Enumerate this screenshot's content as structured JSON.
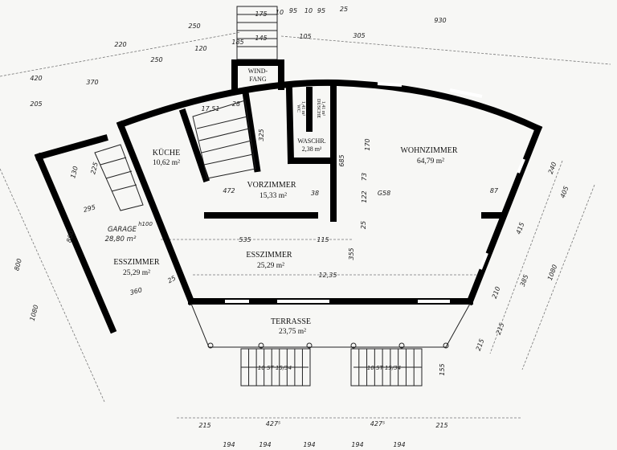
{
  "rooms": {
    "kueche": {
      "name": "KÜCHE",
      "area": "10,62 m²"
    },
    "vorzimmer": {
      "name": "VORZIMMER",
      "area": "15,33 m²"
    },
    "waschr": {
      "name": "WASCHR.",
      "area": "2,38 m²"
    },
    "wc": {
      "name": "WC",
      "area": "1,41 m²"
    },
    "dusche": {
      "name": "DUSCHE",
      "area": "1,41 m²"
    },
    "windfang": {
      "name1": "WIND-",
      "name2": "FANG"
    },
    "wohnzimmer": {
      "name": "WOHNZIMMER",
      "area": "64,79 m²"
    },
    "esszimmer": {
      "name": "ESSZIMMER",
      "area": "25,29 m²"
    },
    "esszimmer_garage": {
      "name": "ESSZIMMER",
      "area": "25,29 m²"
    },
    "garage": {
      "name": "GARAGE",
      "height": "h100",
      "area": "28,80 m²"
    },
    "terrasse": {
      "name": "TERRASSE",
      "area": "23,75 m²"
    }
  },
  "stairs": {
    "left": "10 ST 15/34",
    "right": "10 ST 15/34"
  },
  "dimensions": [
    "175",
    "10",
    "95",
    "10",
    "95",
    "25",
    "145",
    "105",
    "305",
    "185",
    "250",
    "120",
    "250",
    "220",
    "420",
    "370",
    "205",
    "472",
    "535",
    "115",
    "12,35",
    "355",
    "38",
    "685",
    "73",
    "122",
    "170",
    "25",
    "G58",
    "87",
    "240",
    "405",
    "415",
    "385",
    "1080",
    "210",
    "215",
    "215",
    "360",
    "800",
    "800",
    "1080",
    "225",
    "295",
    "130",
    "325",
    "155",
    "215",
    "427⁵",
    "427⁵",
    "215",
    "194",
    "194",
    "194",
    "194",
    "194",
    "17,51",
    "28",
    "25",
    "930"
  ]
}
